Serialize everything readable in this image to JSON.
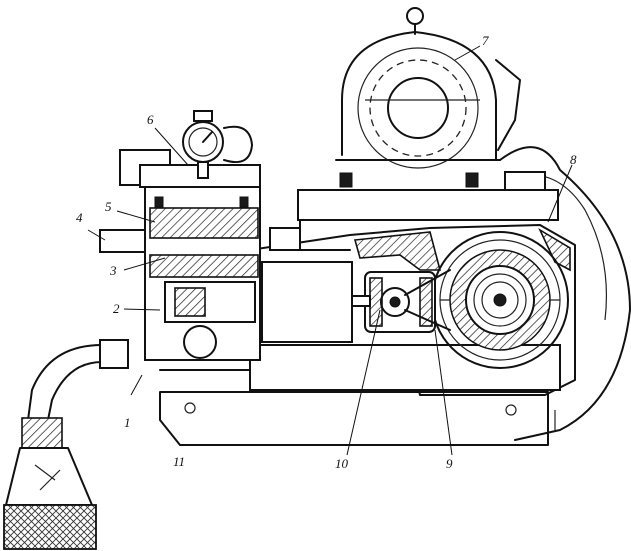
{
  "drawing": {
    "labels": [
      {
        "id": "1",
        "text": "1"
      },
      {
        "id": "2",
        "text": "2"
      },
      {
        "id": "3",
        "text": "3"
      },
      {
        "id": "4",
        "text": "4"
      },
      {
        "id": "5",
        "text": "5"
      },
      {
        "id": "6",
        "text": "6"
      },
      {
        "id": "7",
        "text": "7"
      },
      {
        "id": "8",
        "text": "8"
      },
      {
        "id": "9",
        "text": "9"
      },
      {
        "id": "10",
        "text": "10"
      },
      {
        "id": "11",
        "text": "11"
      }
    ]
  }
}
